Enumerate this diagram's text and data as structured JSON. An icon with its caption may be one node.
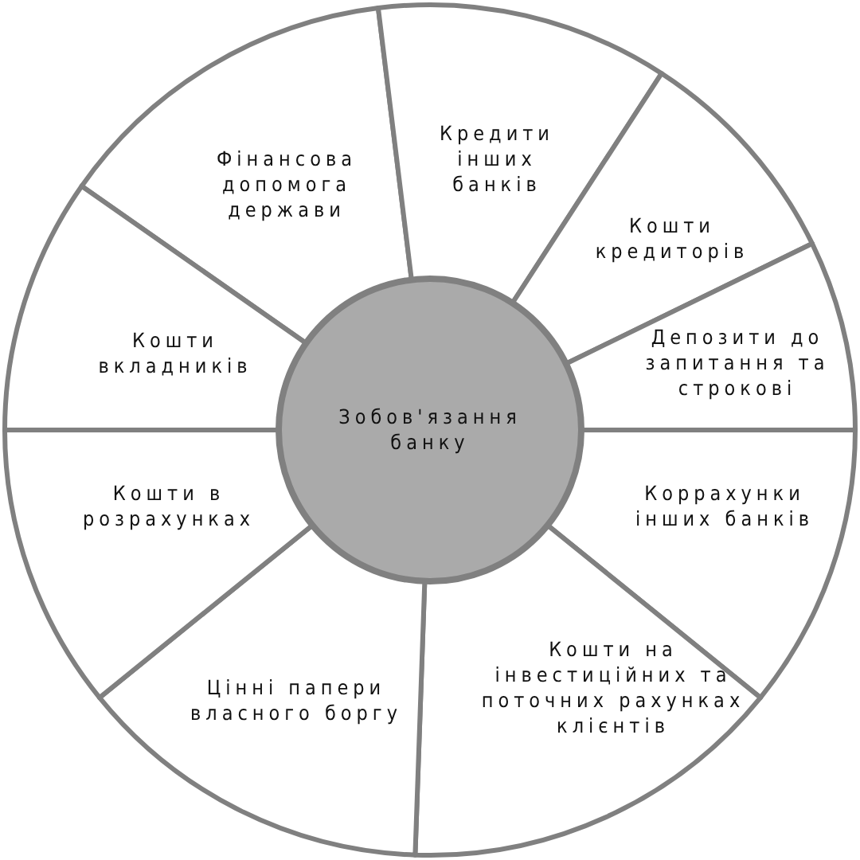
{
  "diagram": {
    "nodes": [
      {
        "text": [
          "Зобов'язання банку"
        ]
      },
      {
        "text": [
          "Фінансова допомога держави"
        ]
      },
      {
        "text": [
          "Кредити інших банків"
        ]
      },
      {
        "text": [
          "Кошти кредиторів"
        ]
      },
      {
        "text": [
          "Депозити до запитання та строкові"
        ]
      },
      {
        "text": [
          "Коррахунки інших банків"
        ]
      },
      {
        "text": [
          "Кошти на інвестиційних та поточних рахунках клієнтів"
        ]
      },
      {
        "text": [
          "Цінні папери власного боргу"
        ]
      },
      {
        "text": [
          "Кошти в розрахунках"
        ]
      },
      {
        "text": [
          "Кошти вкладників"
        ]
      }
    ]
  }
}
